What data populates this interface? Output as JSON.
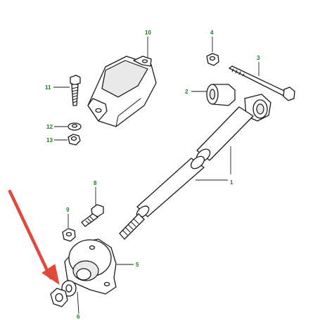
{
  "diagram": {
    "callouts": [
      {
        "id": "c1",
        "label": "1"
      },
      {
        "id": "c2",
        "label": "2"
      },
      {
        "id": "c3",
        "label": "3"
      },
      {
        "id": "c4",
        "label": "4"
      },
      {
        "id": "c5",
        "label": "5"
      },
      {
        "id": "c6",
        "label": "6"
      },
      {
        "id": "c8",
        "label": "8"
      },
      {
        "id": "c9",
        "label": "9"
      },
      {
        "id": "c10",
        "label": "10"
      },
      {
        "id": "c11",
        "label": "11"
      },
      {
        "id": "c12",
        "label": "12"
      },
      {
        "id": "c13",
        "label": "13"
      }
    ],
    "colors": {
      "callout_text": "#1f7a1f",
      "arrow": "#e04a3c",
      "line": "#1a1a1a"
    },
    "arrow_icon": "red-pointer-arrow-icon"
  }
}
